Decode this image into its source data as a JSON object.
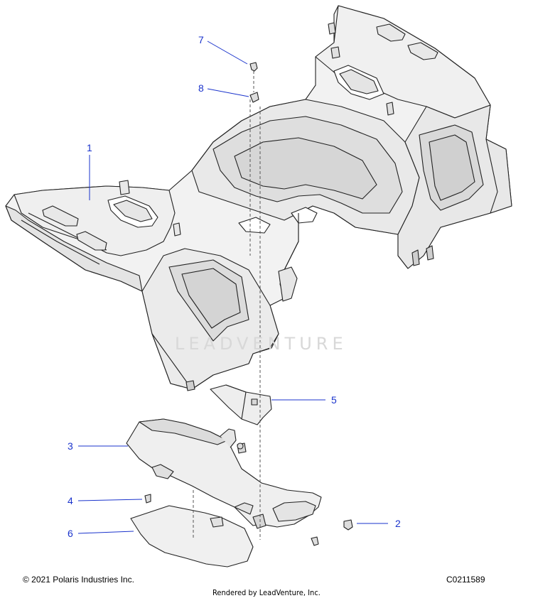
{
  "callouts": [
    {
      "label": "1"
    },
    {
      "label": "2"
    },
    {
      "label": "3"
    },
    {
      "label": "4"
    },
    {
      "label": "5"
    },
    {
      "label": "6"
    },
    {
      "label": "7"
    },
    {
      "label": "8"
    }
  ],
  "watermark": "LEADVENTURE",
  "footer": {
    "copyright": "© 2021 Polaris Industries Inc.",
    "diagram_code": "C0211589",
    "rendered_by": "Rendered by LeadVenture, Inc."
  },
  "colors": {
    "callout": "#1a33cc",
    "part_fill": "#f2f2f2",
    "part_shade": "#e2e2e2",
    "outline": "#222222",
    "watermark": "#d8d8d8"
  }
}
